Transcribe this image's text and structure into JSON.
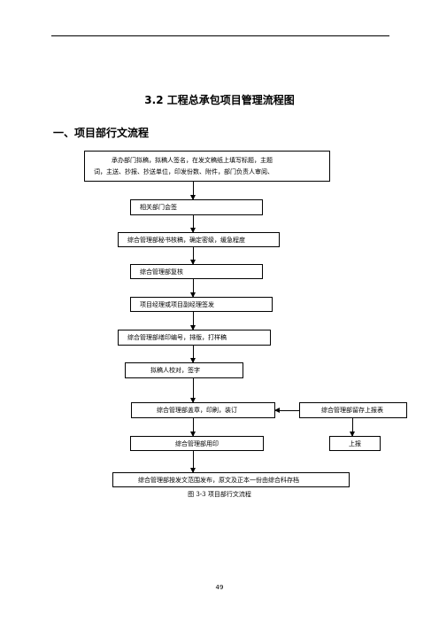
{
  "section_title": "3.2 工程总承包项目管理流程图",
  "subsection_title": "一、项目部行文流程",
  "flow": {
    "step1_line1": "承办部门拟稿，拟稿人签名，在发文稿纸上填写标题，主题",
    "step1_line2": "词，主送、抄报、抄送单位，印发份数、附件，部门负责人审阅、",
    "step2": "相关部门会签",
    "step3": "综合管理部秘书核稿，确定密级，缓急程度",
    "step4": "综合管理部复核",
    "step5": "项目经理或项目副经理签发",
    "step6": "综合管理部缮印编号，排版，打样稿",
    "step7": "拟稿人校对，签字",
    "step8": "综合管理部盖章，印刷，装订",
    "step8_side": "综合管理部留存上报表",
    "step9": "综合管理部用印",
    "step9_side": "上报",
    "step10": "综合管理部按发文范围发布，原文及正本一份由综合科存档"
  },
  "caption": "图 3-3  项目部行文流程",
  "page_number": "49"
}
